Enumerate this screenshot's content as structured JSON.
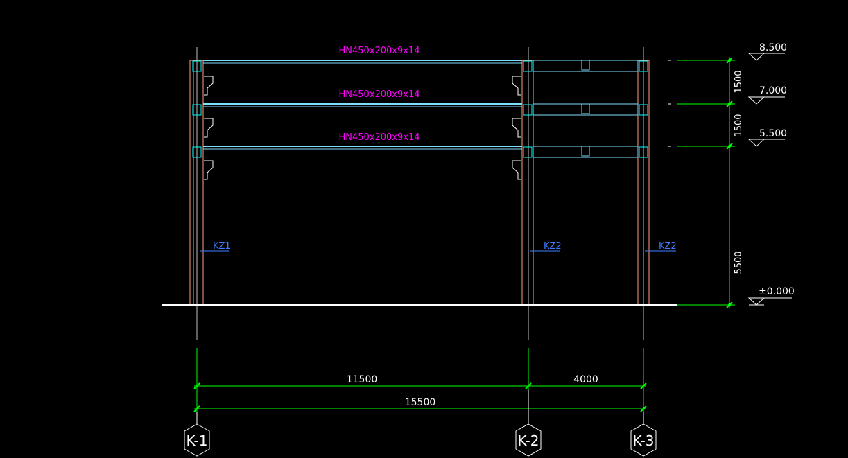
{
  "colors": {
    "background": "#000000",
    "column": "#ff9f7f",
    "beam": "#7fdfff",
    "cyan": "#00ffff",
    "beam_label": "#ff00ff",
    "dimension": "#00ff00",
    "text": "#ffffff",
    "axis_line": "#bfbfbf",
    "column_label": "#3f7fff"
  },
  "beam_labels": [
    "HN450x200x9x14",
    "HN450x200x9x14",
    "HN450x200x9x14"
  ],
  "column_labels": [
    "KZ1",
    "KZ2",
    "KZ2"
  ],
  "elevations": [
    "8.500",
    "7.000",
    "5.500",
    "±0.000"
  ],
  "vertical_dims": [
    "1500",
    "1500",
    "5500"
  ],
  "horizontal_dims": {
    "segment_1": "11500",
    "segment_2": "4000",
    "total": "15500"
  },
  "axis_labels": [
    "K-1",
    "K-2",
    "K-3"
  ]
}
